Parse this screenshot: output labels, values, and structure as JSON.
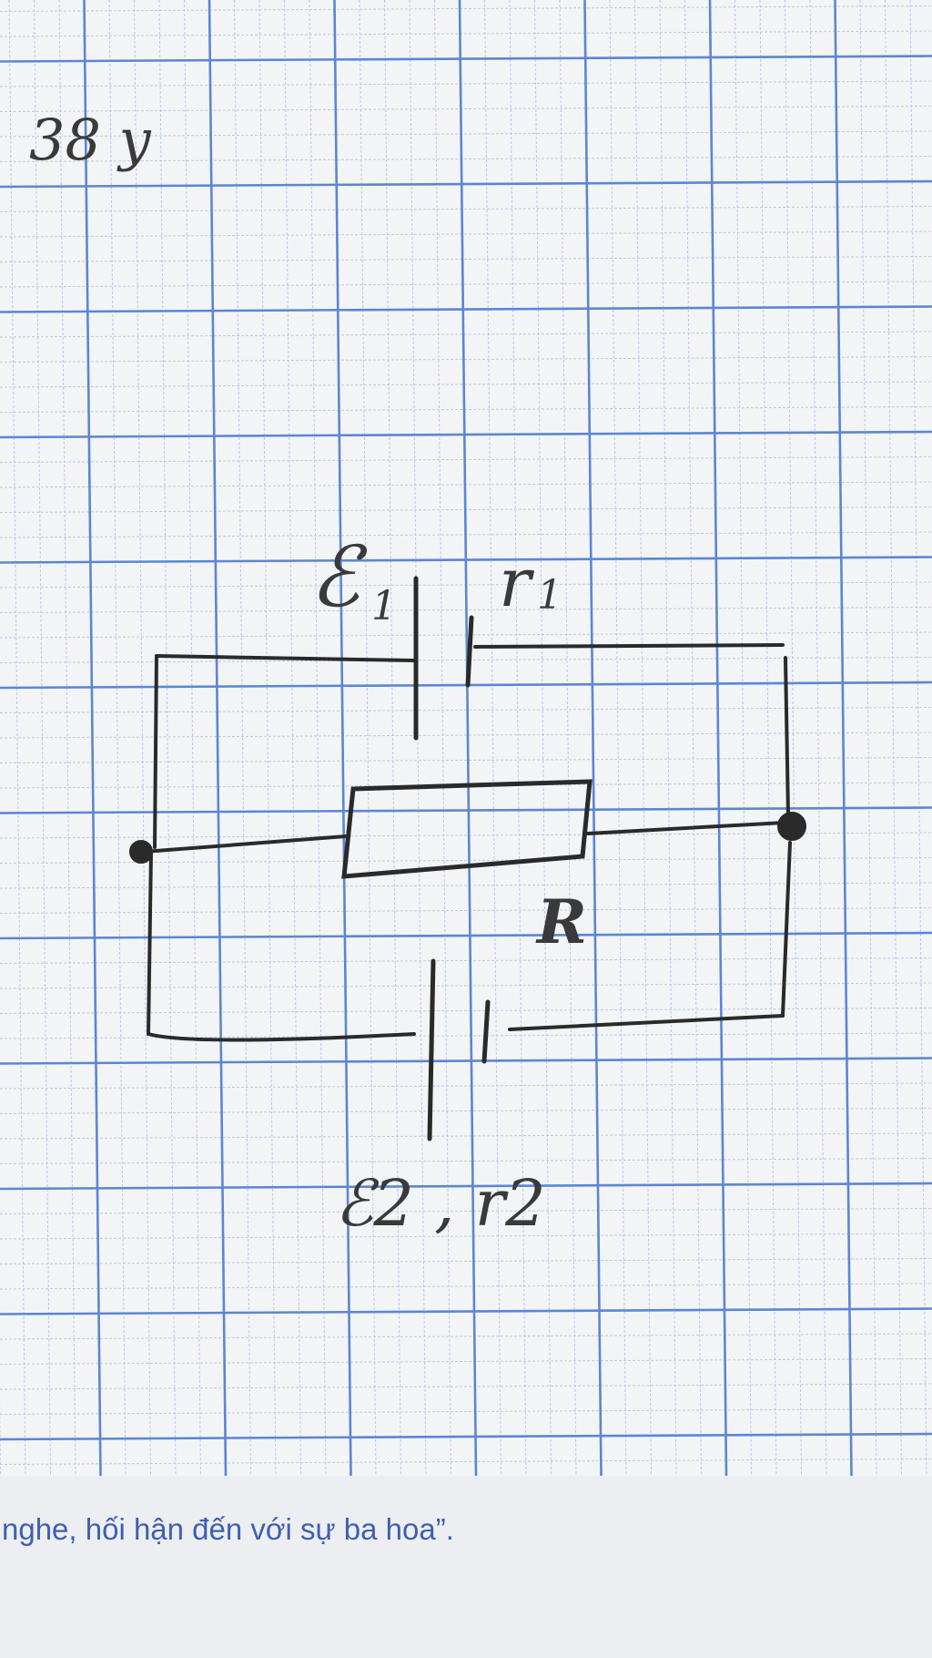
{
  "page_label": "38 y",
  "diagram": {
    "labels": {
      "emf1": "ℰ",
      "emf1_sub": "1",
      "r1": "r",
      "r1_sub": "1",
      "resistor": "R",
      "emf2_line": "ℰ2 , r2"
    }
  },
  "footer": {
    "text": "nghe, hối hận đến với sự ba hoa”."
  },
  "colors": {
    "grid_major": "#5b86d4",
    "grid_minor": "#a9c0e6",
    "pencil": "#2a2a2a",
    "footer_text": "#3f5fb0"
  }
}
